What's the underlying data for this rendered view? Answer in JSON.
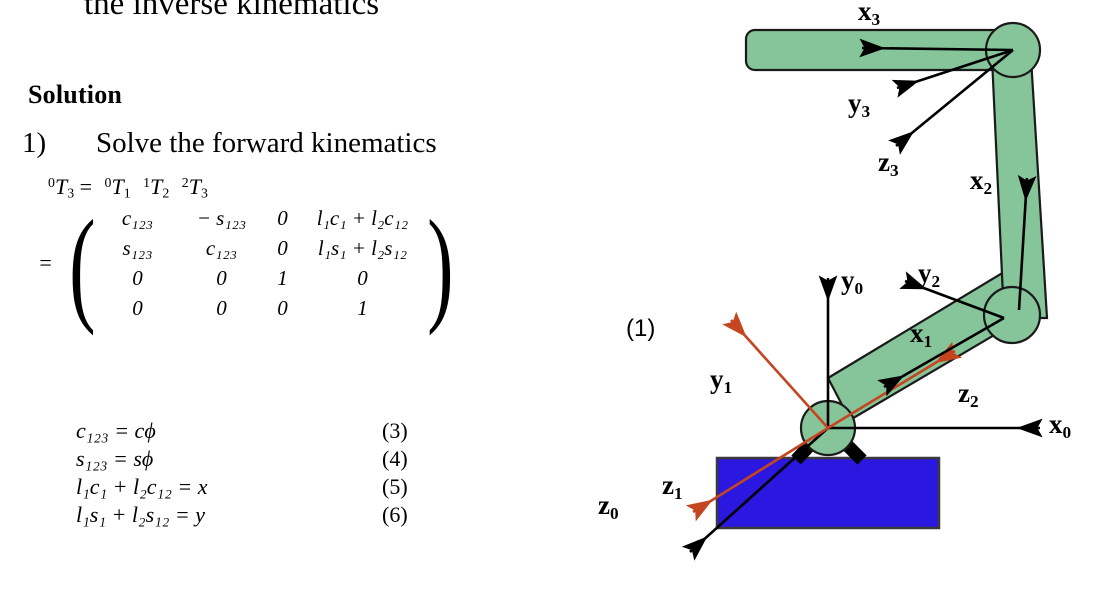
{
  "slide": {
    "title_line": "the inverse kinematics",
    "heading": "Solution",
    "step_number": "1)",
    "step_text": "Solve the forward kinematics"
  },
  "math": {
    "transform_chain": {
      "lhs_pre": "0",
      "lhs_base": "T",
      "lhs_sub": "3",
      "eq": "=",
      "t1_pre": "0",
      "t1_base": "T",
      "t1_sub": "1",
      "t2_pre": "1",
      "t2_base": "T",
      "t2_sub": "2",
      "t3_pre": "2",
      "t3_base": "T",
      "t3_sub": "3"
    },
    "matrix": {
      "equals": "=",
      "rows": [
        [
          "c₁₂₃",
          "− s₁₂₃",
          "0",
          "l₁c₁ + l₂c₁₂"
        ],
        [
          "s₁₂₃",
          "c₁₂₃",
          "0",
          "l₁s₁ + l₂s₁₂"
        ],
        [
          "0",
          "0",
          "1",
          "0"
        ],
        [
          "0",
          "0",
          "0",
          "1"
        ]
      ]
    },
    "equations": [
      {
        "lhs": "c₁₂₃ = cϕ",
        "number": "(3)"
      },
      {
        "lhs": "s₁₂₃ = sϕ",
        "number": "(4)"
      },
      {
        "lhs": "l₁c₁ + l₂c₁₂ = x",
        "number": "(5)"
      },
      {
        "lhs": "l₁s₁ + l₂s₁₂ = y",
        "number": "(6)"
      }
    ]
  },
  "figure": {
    "caption": "(1)",
    "colors": {
      "link_fill": "#86c49a",
      "link_stroke": "#1a1a1a",
      "base_fill": "#2a18e0",
      "base_stroke": "#3a3a3a",
      "frame1_axis": "#c4451f",
      "axis": "#000000"
    },
    "labels": [
      {
        "name": "x3",
        "base": "x",
        "sub": "3"
      },
      {
        "name": "y3",
        "base": "y",
        "sub": "3"
      },
      {
        "name": "z3",
        "base": "z",
        "sub": "3"
      },
      {
        "name": "x2",
        "base": "x",
        "sub": "2"
      },
      {
        "name": "y2",
        "base": "y",
        "sub": "2"
      },
      {
        "name": "z2",
        "base": "z",
        "sub": "2"
      },
      {
        "name": "x1",
        "base": "x",
        "sub": "1"
      },
      {
        "name": "y1",
        "base": "y",
        "sub": "1"
      },
      {
        "name": "z1",
        "base": "z",
        "sub": "1"
      },
      {
        "name": "x0",
        "base": "x",
        "sub": "0"
      },
      {
        "name": "y0",
        "base": "y",
        "sub": "0"
      },
      {
        "name": "z0",
        "base": "z",
        "sub": "0"
      }
    ]
  }
}
